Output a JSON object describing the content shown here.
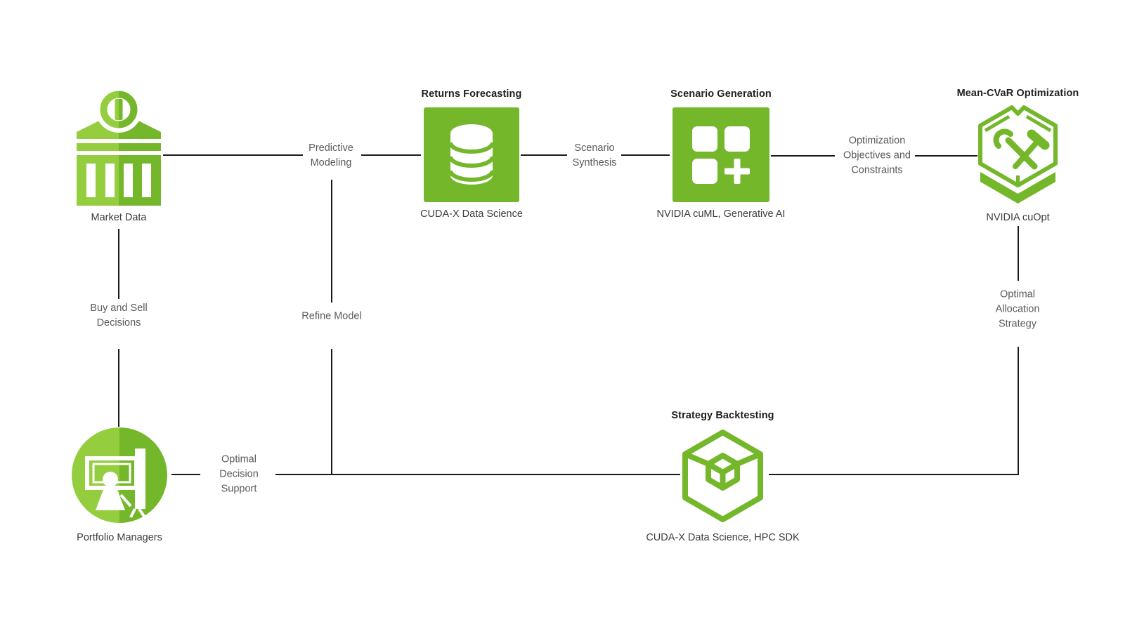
{
  "colors": {
    "nvidia_green": "#74b72b",
    "nvidia_green_light": "#94ce3e",
    "connector": "#1a1a1a",
    "title_text": "#1f1f1f",
    "node_label_text": "#3c3c3c",
    "flow_label_text": "#5a5a5a",
    "background": "#ffffff"
  },
  "nodes": {
    "market_data": {
      "label": "Market Data",
      "icon": "bank-icon"
    },
    "returns_forecasting": {
      "title": "Returns Forecasting",
      "label": "CUDA-X Data Science",
      "icon": "database-icon"
    },
    "scenario_generation": {
      "title": "Scenario Generation",
      "label": "NVIDIA cuML, Generative AI",
      "icon": "modules-plus-icon"
    },
    "mean_cvar_optimization": {
      "title": "Mean-CVaR Optimization",
      "label": "NVIDIA cuOpt",
      "icon": "hexagon-tools-icon"
    },
    "strategy_backtesting": {
      "title": "Strategy Backtesting",
      "label": "CUDA-X Data Science, HPC SDK",
      "icon": "cube-icon"
    },
    "portfolio_managers": {
      "label": "Portfolio Managers",
      "icon": "presenter-icon"
    }
  },
  "flow_labels": {
    "predictive_modeling": "Predictive Modeling",
    "scenario_synthesis": "Scenario Synthesis",
    "optimization_objectives": "Optimization Objectives and Constraints",
    "optimal_allocation": "Optimal Allocation Strategy",
    "optimal_decision": "Optimal Decision Support",
    "buy_and_sell": "Buy and Sell Decisions",
    "refine_model": "Refine Model"
  },
  "edges": [
    {
      "from": "market_data",
      "to": "returns_forecasting",
      "via": "predictive_modeling"
    },
    {
      "from": "returns_forecasting",
      "to": "scenario_generation",
      "via": "scenario_synthesis"
    },
    {
      "from": "scenario_generation",
      "to": "mean_cvar_optimization",
      "via": "optimization_objectives"
    },
    {
      "from": "mean_cvar_optimization",
      "to": "strategy_backtesting",
      "via": "optimal_allocation"
    },
    {
      "from": "strategy_backtesting",
      "to": "portfolio_managers",
      "via": "optimal_decision"
    },
    {
      "from": "portfolio_managers",
      "to": "market_data",
      "via": "buy_and_sell"
    },
    {
      "from": "strategy_backtesting",
      "to": "predictive_modeling",
      "via": "refine_model"
    }
  ]
}
